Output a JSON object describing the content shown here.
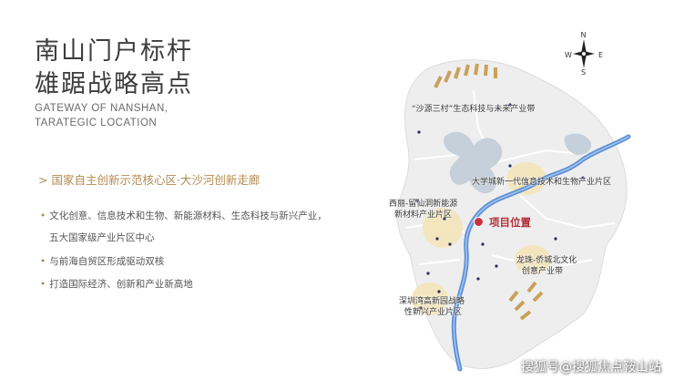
{
  "heading": {
    "line1": "南山门户标杆",
    "line2": "雄踞战略高点",
    "en_line1": "GATEWAY OF NANSHAN,",
    "en_line2": "TARATEGIC LOCATION"
  },
  "section": {
    "title": "> 国家自主创新示范核心区·大沙河创新走廊",
    "bullets": [
      "文化创意、信息技术和生物、新能源材料、生态科技与新兴产业，",
      "五大国家级产业片区中心",
      "与前海自贸区形成驱动双核",
      "打造国际经济、创新和产业新高地"
    ]
  },
  "map": {
    "compass": {
      "n": "N",
      "s": "S",
      "e": "E",
      "w": "W"
    },
    "labels": {
      "north_belt": "“沙源三村”生态科技与未来产业带",
      "university": "大学城新一代信息技术和生物产业片区",
      "xili_line1": "西丽-留仙洞新能源",
      "xili_line2": "新材料产业片区",
      "project": "项目位置",
      "longzhu_line1": "龙珠-侨城北文化",
      "longzhu_line2": "创意产业带",
      "hightech_line1": "深圳湾高新园战略",
      "hightech_line2": "性新兴产业片区"
    },
    "colors": {
      "land": "#eeeeef",
      "river": "#5b8fd6",
      "zone": "#f3e3b8",
      "stripe": "#c9a15a",
      "project": "#c8323c"
    }
  },
  "watermark": "搜狐号@搜狐焦点鞍山站"
}
